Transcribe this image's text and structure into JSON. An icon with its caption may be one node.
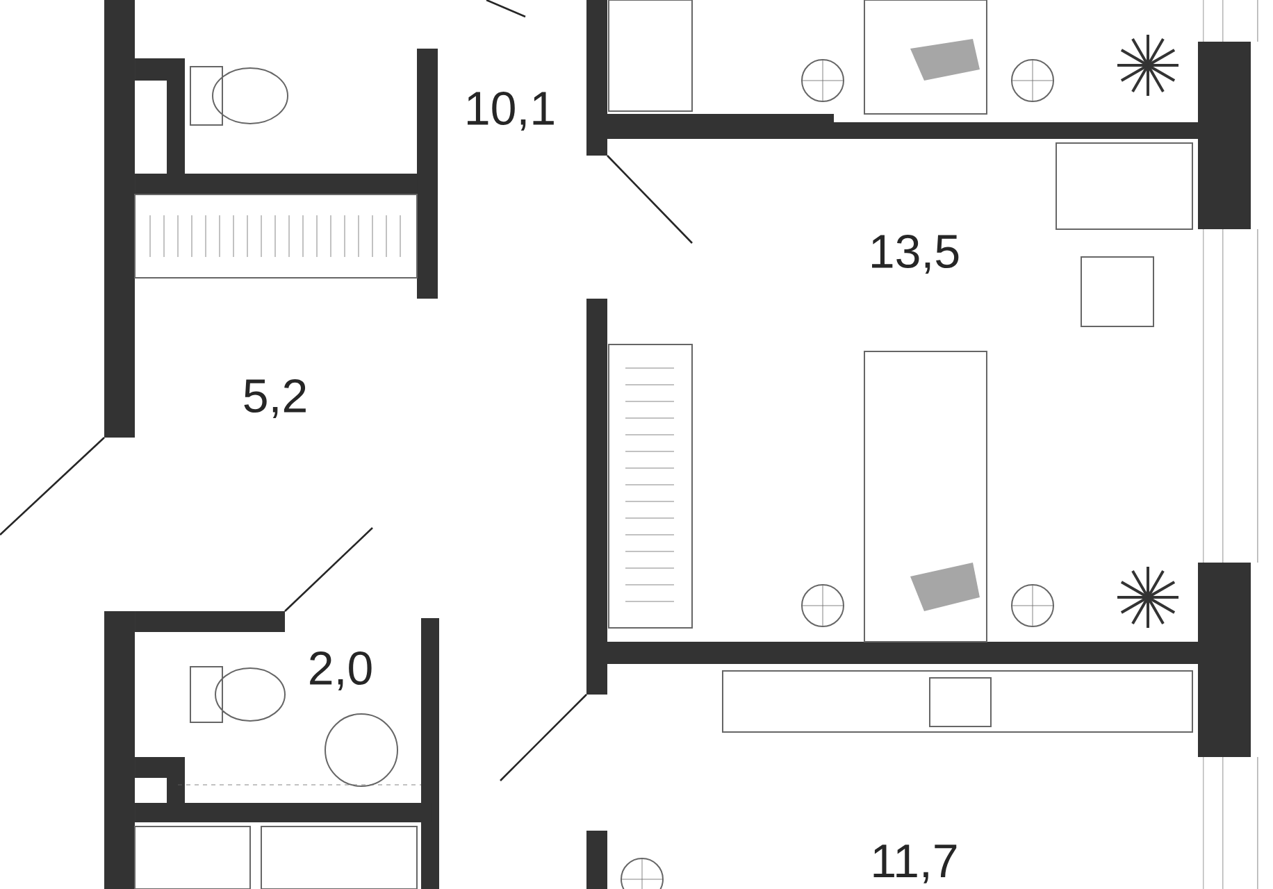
{
  "diagram": {
    "labels": [
      "10,1",
      "13,5",
      "5,2",
      "2,0",
      "11,7"
    ]
  }
}
